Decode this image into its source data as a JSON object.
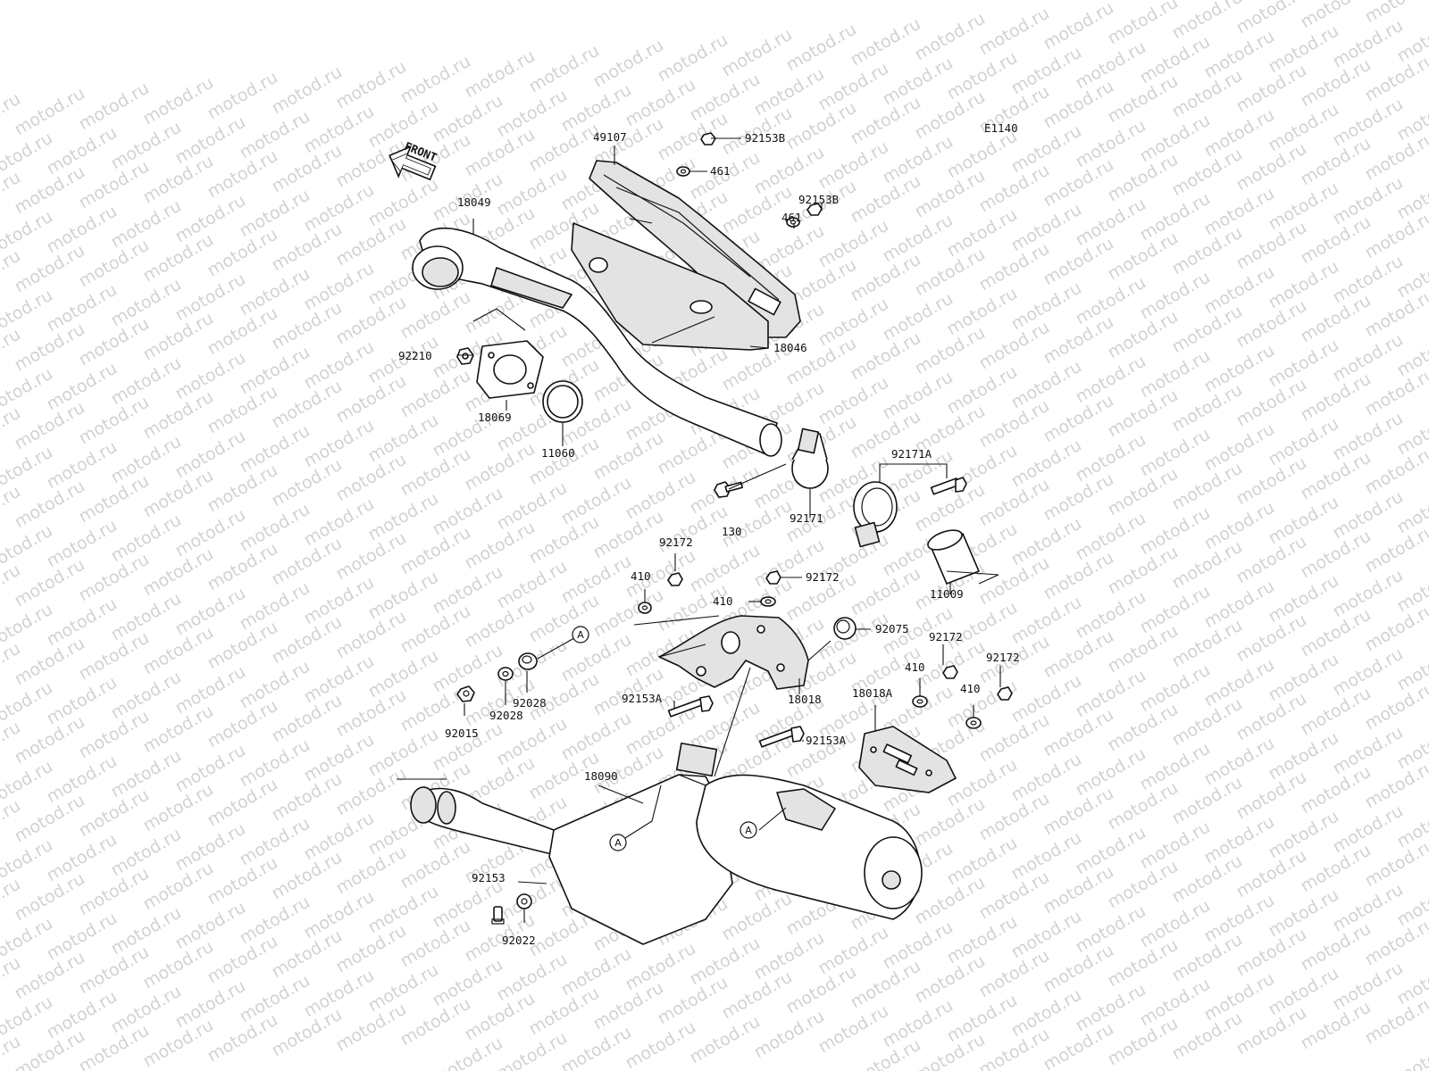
{
  "diagram": {
    "code": "E1140",
    "front_label": "FRONT",
    "labels": {
      "p49107": "49107",
      "p92153B_1": "92153B",
      "p461_1": "461",
      "p461_2": "461",
      "p92153B_2": "92153B",
      "p18049": "18049",
      "p18046": "18046",
      "p92210": "92210",
      "p18069": "18069",
      "p11060": "11060",
      "p92171A": "92171A",
      "p130": "130",
      "p92171": "92171",
      "p11009": "11009",
      "p92172_1": "92172",
      "p410_1": "410",
      "p92172_2": "92172",
      "p410_2": "410",
      "p92075": "92075",
      "pA_1": "A",
      "p92172_3": "92172",
      "p410_3": "410",
      "p92172_4": "92172",
      "p410_4": "410",
      "p92028_1": "92028",
      "p92028_2": "92028",
      "p92015": "92015",
      "p92153A_1": "92153A",
      "p18018": "18018",
      "p18018A": "18018A",
      "p92153A_2": "92153A",
      "p18090": "18090",
      "pA_2": "A",
      "pA_3": "A",
      "p92153": "92153",
      "p92022": "92022"
    }
  }
}
